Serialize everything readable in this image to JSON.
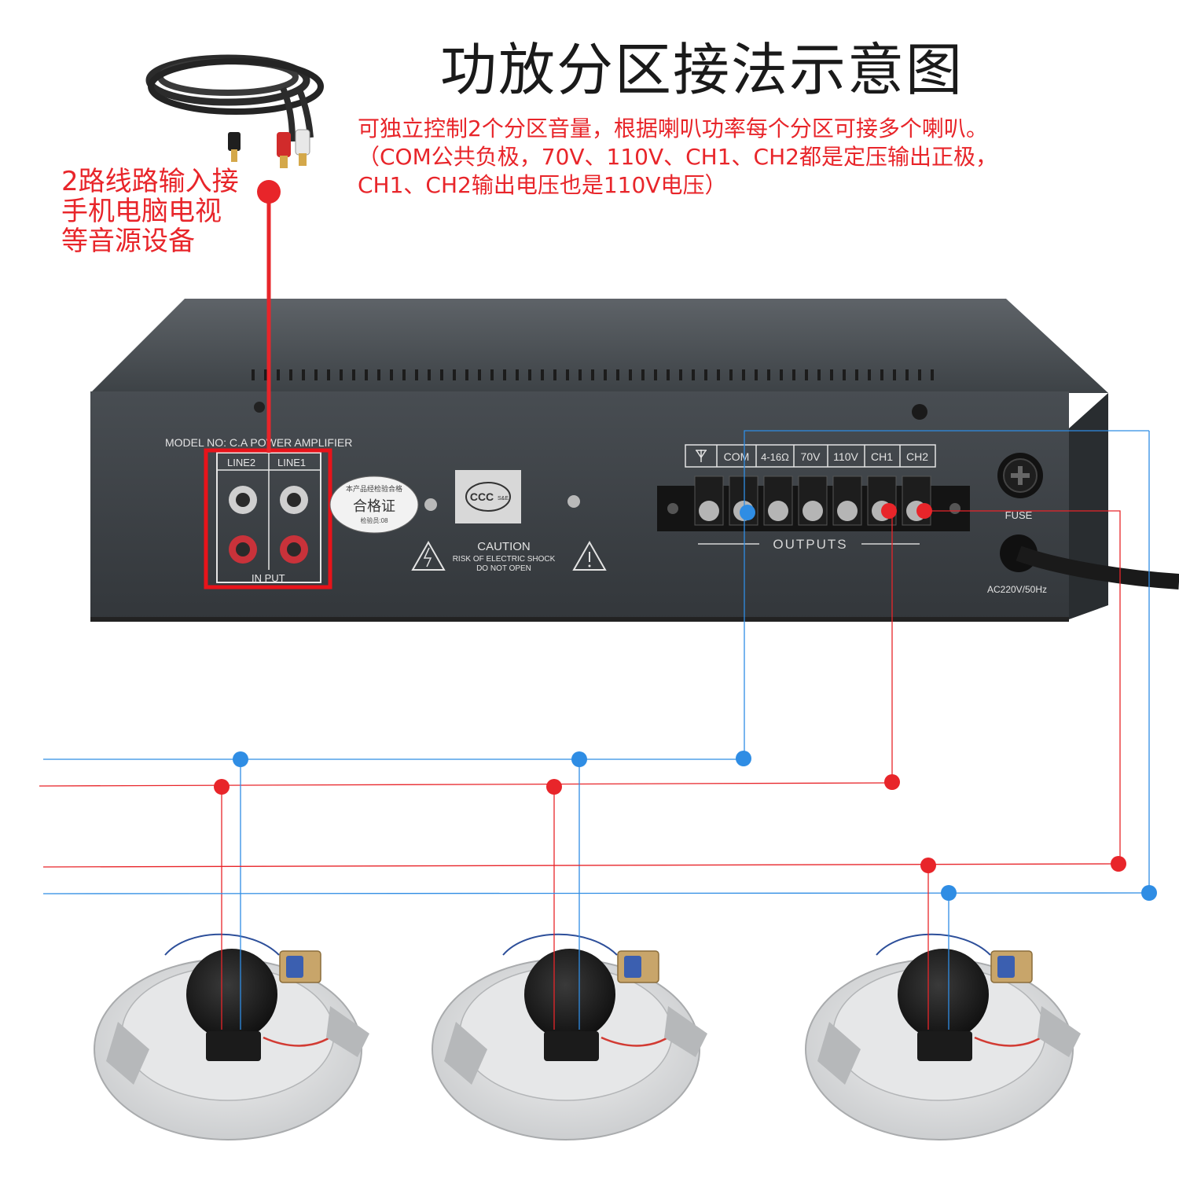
{
  "title": "功放分区接法示意图",
  "notes": [
    "可独立控制2个分区音量，根据喇叭功率每个分区可接多个喇叭。",
    "（COM公共负极，70V、110V、CH1、CH2都是定压输出正极，",
    "CH1、CH2输出电压也是110V电压）"
  ],
  "input_label": [
    "2路线路输入接",
    "手机电脑电视",
    "等音源设备"
  ],
  "amplifier": {
    "model": "MODEL NO:  C.A POWER AMPLIFIER",
    "line2": "LINE2",
    "line1": "LINE1",
    "input": "IN PUT",
    "cert_top": "本产品经检验合格",
    "cert_main": "合格证",
    "cert_sub": "检验员:08",
    "ccc": "CCC",
    "ccc_sub": "S&E",
    "caution": "CAUTION",
    "caution_line1": "RISK OF ELECTRIC SHOCK",
    "caution_line2": "DO NOT OPEN",
    "terminals": [
      "COM",
      "4-16Ω",
      "70V",
      "110V",
      "CH1",
      "CH2"
    ],
    "outputs": "OUTPUTS",
    "fuse": "FUSE",
    "power": "AC220V/50Hz"
  },
  "colors": {
    "negative": "#2f8de4",
    "positive": "#e8252a",
    "chassis": "#3d4246",
    "highlight": "#e8131a"
  }
}
